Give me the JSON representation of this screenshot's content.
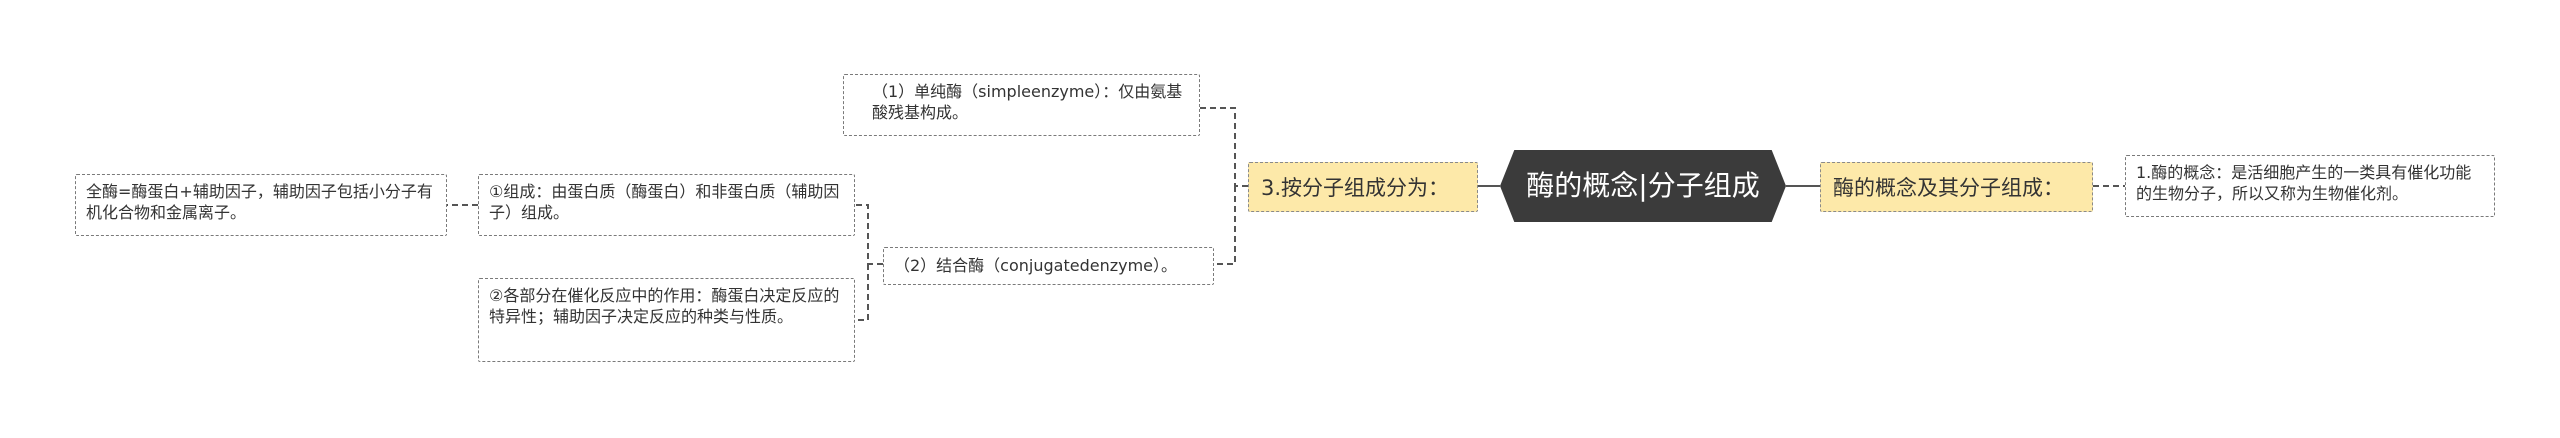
{
  "mindmap": {
    "root": "酶的概念|分子组成",
    "left_branch": "3.按分子组成分为：",
    "right_branch": "酶的概念及其分子组成：",
    "right_leaf": "1.酶的概念：是活细胞产生的一类具有催化功能的生物分子，所以又称为生物催化剂。",
    "simple_enzyme": "（1）单纯酶（simpleenzyme）：仅由氨基酸残基构成。",
    "conjugated_enzyme": "（2）结合酶（conjugatedenzyme）。",
    "composition": "①组成：由蛋白质（酶蛋白）和非蛋白质（辅助因子）组成。",
    "holoenzyme": "全酶=酶蛋白+辅助因子，辅助因子包括小分子有机化合物和金属离子。",
    "roles": "②各部分在催化反应中的作用：酶蛋白决定反应的特异性；辅助因子决定反应的种类与性质。"
  },
  "colors": {
    "root_fill": "#3b3b3b",
    "branch_fill": "#fde9a9",
    "line": "#555555"
  }
}
